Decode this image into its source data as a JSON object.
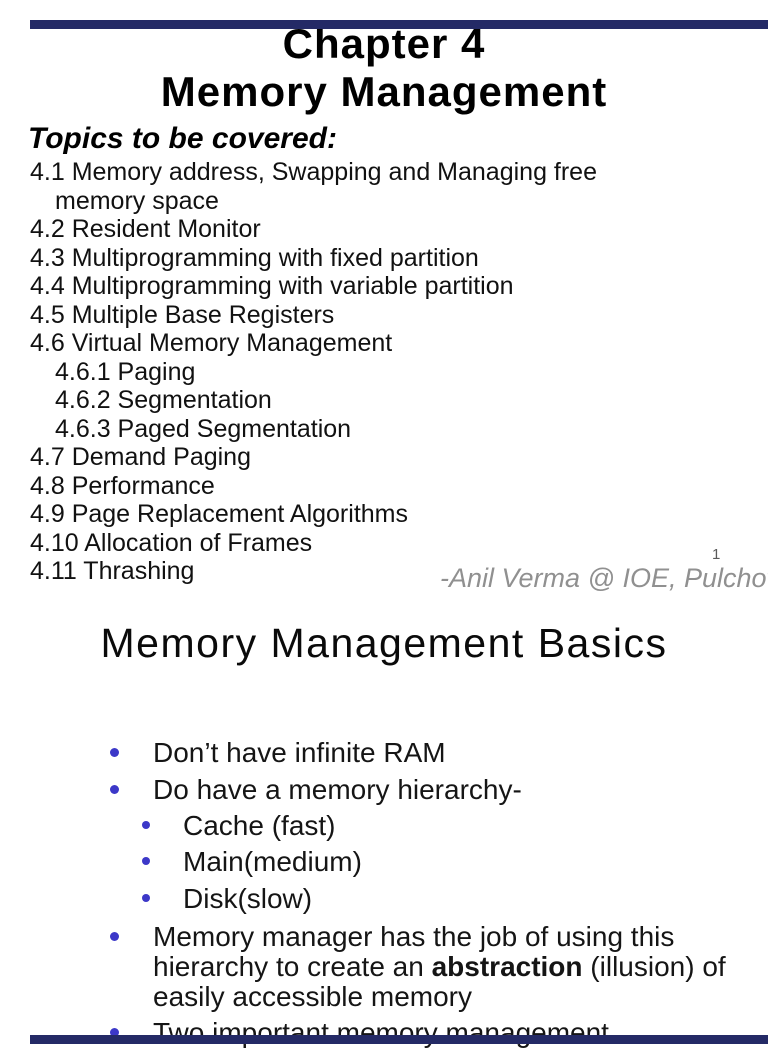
{
  "page": {
    "background": "#ffffff",
    "edge_bar_color": "#242a66"
  },
  "slide1": {
    "title_line1": "Chapter 4",
    "title_line2": "Memory Management",
    "subtitle": "Topics to be covered:",
    "topics": [
      "4.1 Memory address, Swapping and Managing free",
      "memory space",
      "4.2 Resident Monitor",
      "4.3 Multiprogramming with fixed partition",
      "4.4 Multiprogramming with variable partition",
      "4.5 Multiple Base Registers",
      "4.6 Virtual Memory Management",
      "4.6.1 Paging",
      "4.6.2 Segmentation",
      "4.6.3 Paged Segmentation",
      "4.7 Demand Paging",
      "4.8 Performance",
      "4.9 Page Replacement Algorithms",
      "4.10 Allocation of Frames",
      "4.11 Thrashing"
    ],
    "credit": "-Anil Verma @ IOE, Pulchowk",
    "page_number": "1"
  },
  "slide2": {
    "title": "Memory Management Basics",
    "bullet_color": "#3c38c8",
    "bullets": {
      "b1": "Don’t have infinite RAM",
      "b2": "Do have a memory hierarchy-",
      "b3": "Cache (fast)",
      "b4": "Main(medium)",
      "b5": "Disk(slow)",
      "b6_pre": "Memory manager has the job of using this hierarchy to create an ",
      "b6_bold": "abstraction",
      "b6_post": " (illusion) of easily accessible memory",
      "b7": "Two important memory management"
    }
  }
}
